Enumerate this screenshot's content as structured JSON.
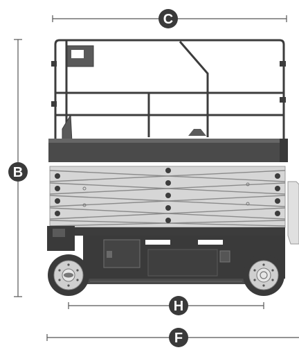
{
  "dimensions": [
    {
      "id": "C",
      "label": "C",
      "orientation": "horizontal",
      "meaning": "platform-length"
    },
    {
      "id": "B",
      "label": "B",
      "orientation": "vertical",
      "meaning": "stowed-height"
    },
    {
      "id": "H",
      "label": "H",
      "orientation": "horizontal",
      "meaning": "wheelbase"
    },
    {
      "id": "F",
      "label": "F",
      "orientation": "horizontal",
      "meaning": "overall-length"
    }
  ],
  "colors": {
    "dimension": "#555555",
    "badge": "#3a3a3a",
    "machine_dark": "#3c3c3c",
    "machine_mid": "#5a5a5a",
    "scissor_light": "#dcdcdc",
    "wheel_rim": "#cfcfcf",
    "background": "#ffffff"
  },
  "icons": {
    "brand_logo": "genie-logo"
  }
}
